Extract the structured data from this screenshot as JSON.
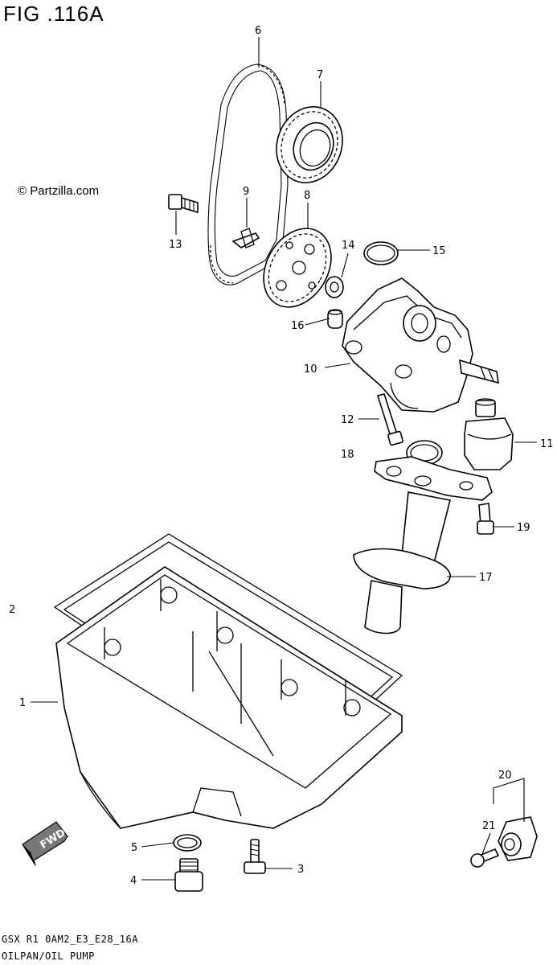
{
  "figure": {
    "title": "FIG .116A",
    "copyright": "© Partzilla.com",
    "footer_code": "GSX R1 0AM2_E3_E28_16A",
    "footer_name": "OILPAN/OIL PUMP"
  },
  "callouts": [
    {
      "id": "c1",
      "text": "1"
    },
    {
      "id": "c2",
      "text": "2"
    },
    {
      "id": "c3",
      "text": "3"
    },
    {
      "id": "c4",
      "text": "4"
    },
    {
      "id": "c5",
      "text": "5"
    },
    {
      "id": "c6",
      "text": "6"
    },
    {
      "id": "c7",
      "text": "7"
    },
    {
      "id": "c8",
      "text": "8"
    },
    {
      "id": "c9",
      "text": "9"
    },
    {
      "id": "c10",
      "text": "10"
    },
    {
      "id": "c11",
      "text": "11"
    },
    {
      "id": "c12",
      "text": "12"
    },
    {
      "id": "c13",
      "text": "13"
    },
    {
      "id": "c14",
      "text": "14"
    },
    {
      "id": "c15",
      "text": "15"
    },
    {
      "id": "c16",
      "text": "16"
    },
    {
      "id": "c17",
      "text": "17"
    },
    {
      "id": "c18",
      "text": "18"
    },
    {
      "id": "c19",
      "text": "19"
    },
    {
      "id": "c20",
      "text": "20"
    },
    {
      "id": "c21",
      "text": "21"
    }
  ],
  "fwd_label": "FWD"
}
